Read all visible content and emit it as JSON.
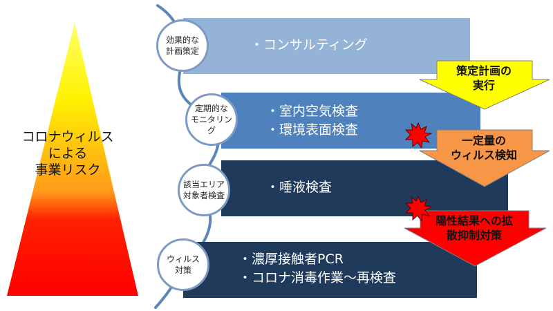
{
  "pyramid": {
    "label": "コロナウィルス\nによる\n事業リスク"
  },
  "steps": [
    {
      "circle": "効果的な\n計画策定",
      "items": [
        "・コンサルティング"
      ],
      "color": "#95b3d7"
    },
    {
      "circle": "定期的な\nモニタリング",
      "items": [
        "・室内空気検査",
        "・環境表面検査"
      ],
      "color": "#4f81bd"
    },
    {
      "circle": "該当エリア\n対象者検査",
      "items": [
        "・唾液検査"
      ],
      "color": "#1f3a5a"
    },
    {
      "circle": "ウィルス\n対策",
      "items": [
        "・濃厚接触者PCR",
        "・コロナ消毒作業～再検査"
      ],
      "color": "#1f3a5a"
    }
  ],
  "arrows": [
    {
      "label": "策定計画の\n実行",
      "color": "#ffff00"
    },
    {
      "label": "一定量の\nウィルス検知",
      "color": "#f79646"
    },
    {
      "label": "陽性結果への拡\n散抑制対策",
      "color": "#ff0000"
    }
  ],
  "colors": {
    "connector": "#5b86b8",
    "circle_border": "#7b9ac4"
  }
}
